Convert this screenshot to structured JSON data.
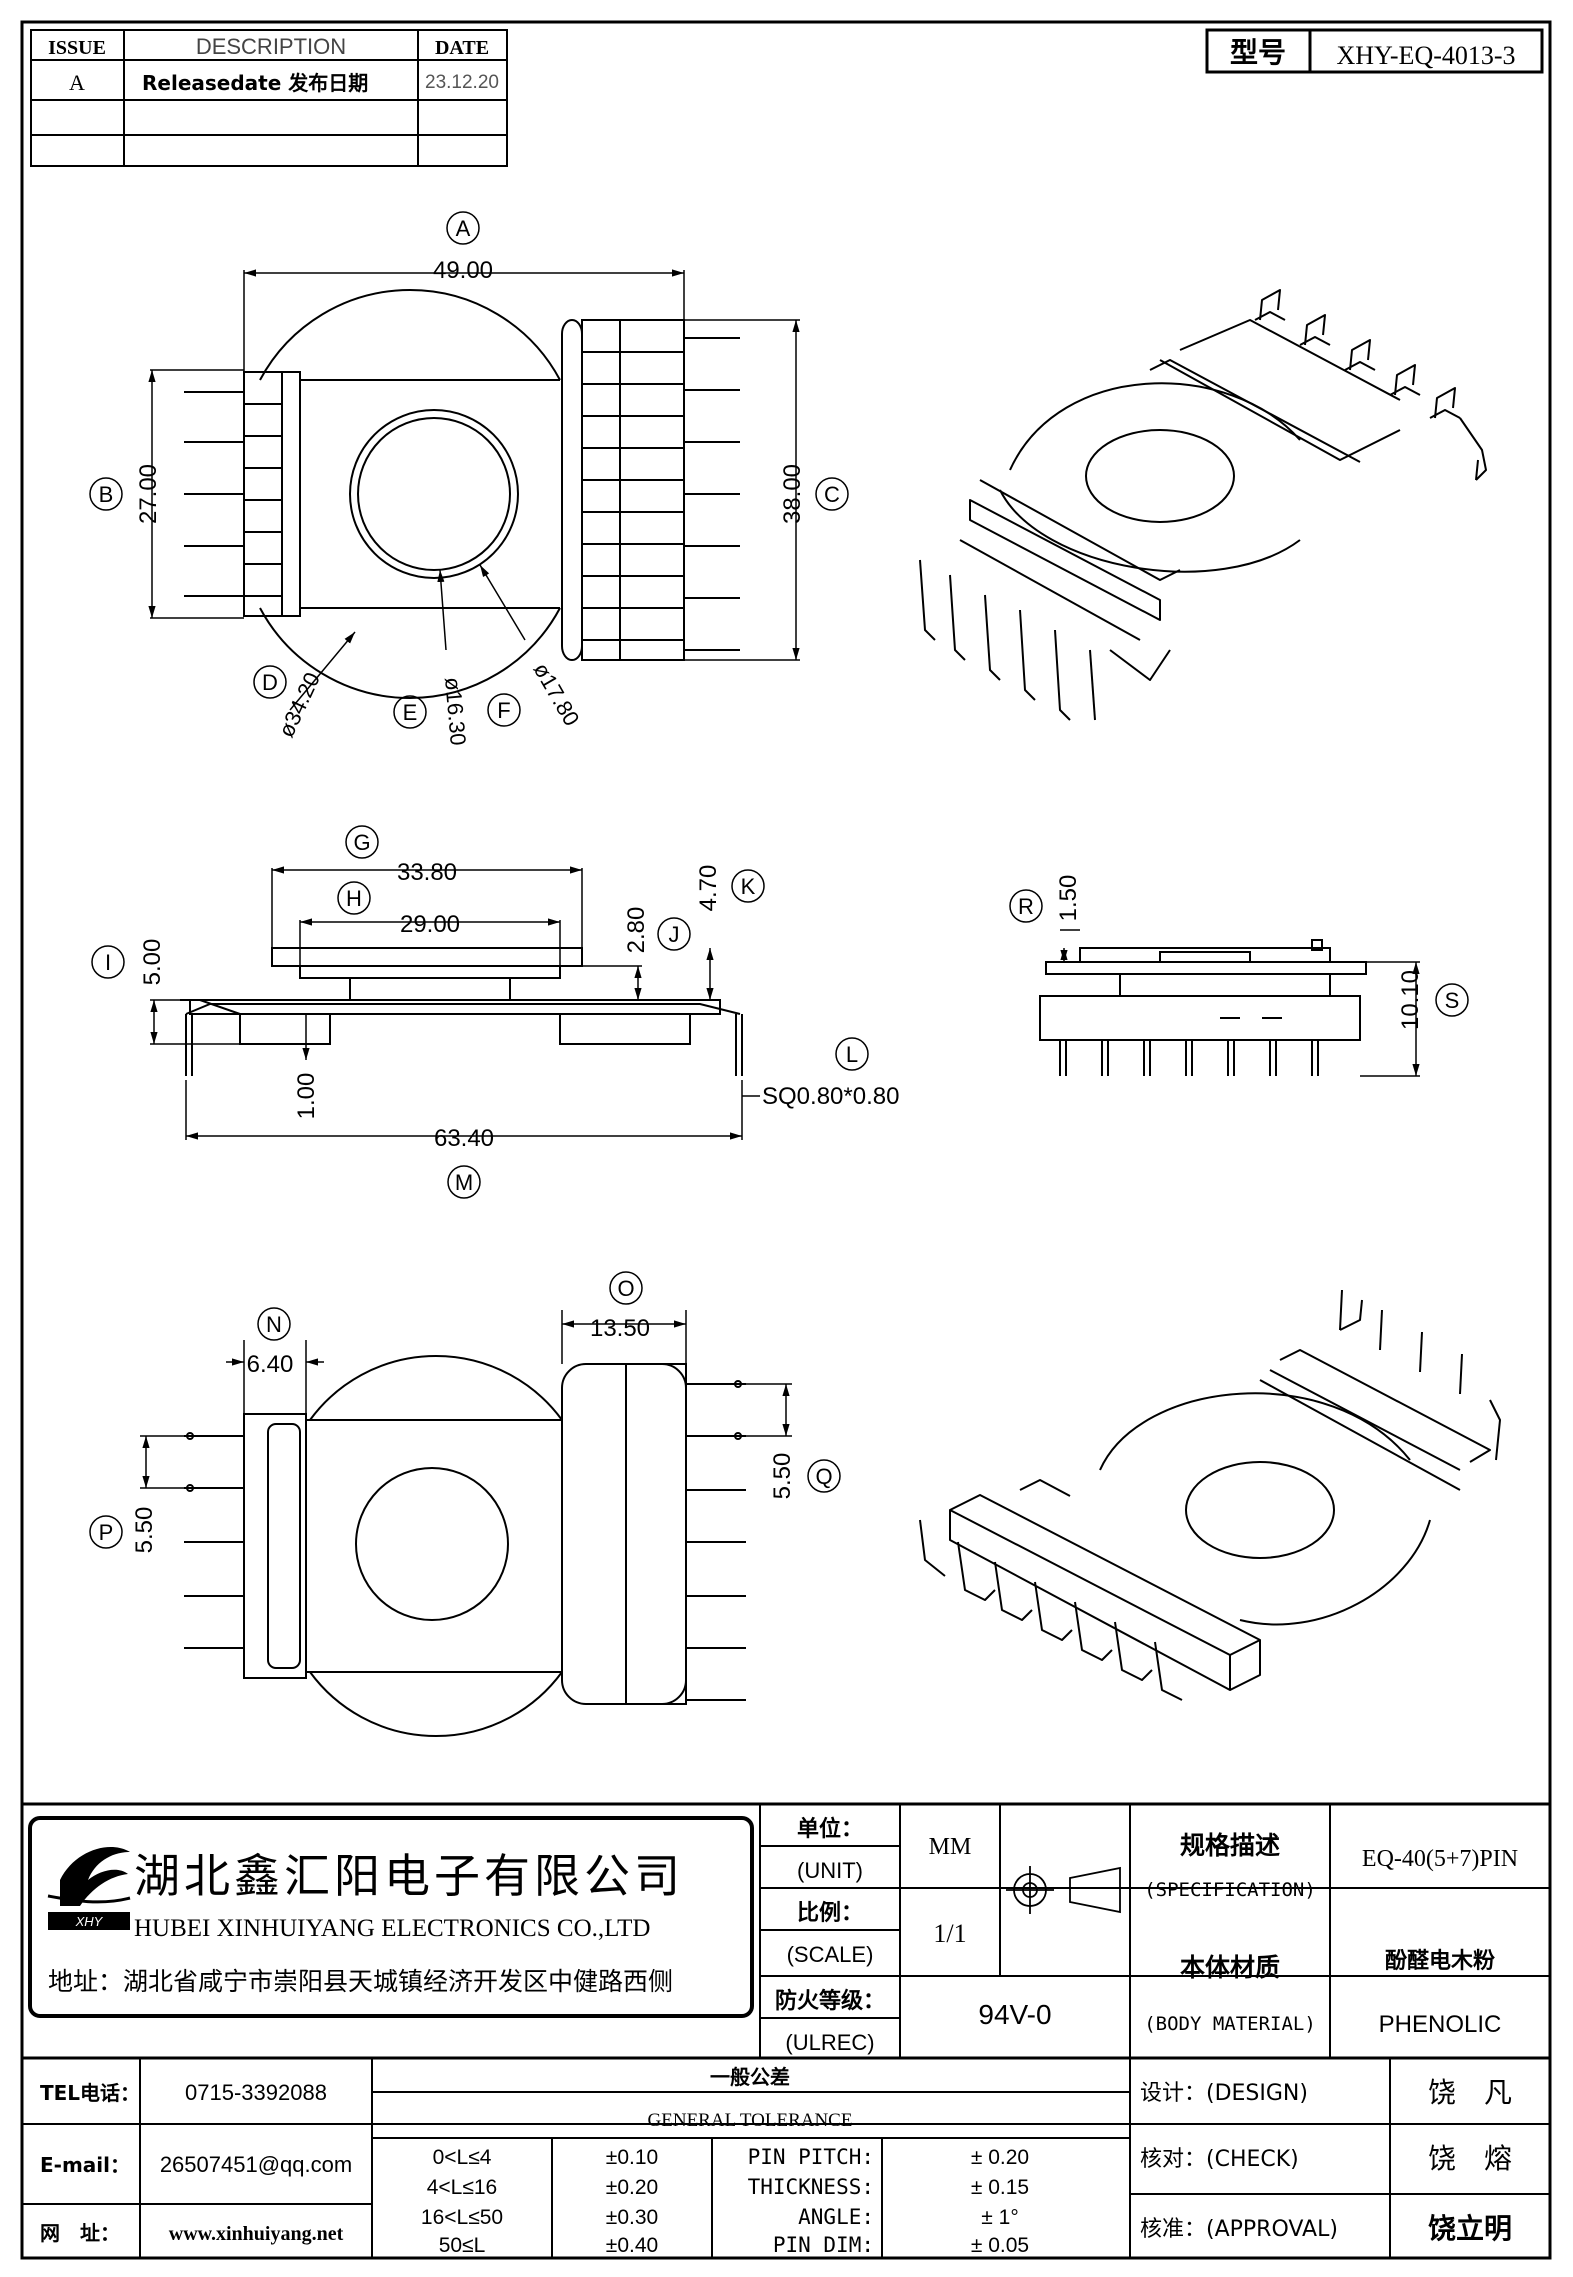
{
  "revision_table": {
    "headers": {
      "issue": "ISSUE",
      "description": "DESCRIPTION",
      "date": "DATE"
    },
    "rows": [
      {
        "issue": "A",
        "description": "Releasedate 发布日期",
        "date": "23.12.20"
      }
    ]
  },
  "model": {
    "label": "型号",
    "value": "XHY-EQ-4013-3"
  },
  "dimensions": {
    "A": {
      "tag": "A",
      "value": "49.00"
    },
    "B": {
      "tag": "B",
      "value": "27.00"
    },
    "C": {
      "tag": "C",
      "value": "38.00"
    },
    "D": {
      "tag": "D",
      "value": "ø34.20"
    },
    "E": {
      "tag": "E",
      "value": "ø16.30"
    },
    "F": {
      "tag": "F",
      "value": "ø17.80"
    },
    "G": {
      "tag": "G",
      "value": "33.80"
    },
    "H": {
      "tag": "H",
      "value": "29.00"
    },
    "I": {
      "tag": "I",
      "value": "5.00"
    },
    "J": {
      "tag": "J",
      "value": "2.80"
    },
    "K": {
      "tag": "K",
      "value": "4.70"
    },
    "L": {
      "tag": "L",
      "value": "SQ0.80*0.80"
    },
    "M": {
      "tag": "M",
      "value": "63.40"
    },
    "R": {
      "tag": "R",
      "value": "1.50"
    },
    "S": {
      "tag": "S",
      "value": "10.10"
    },
    "N": {
      "tag": "N",
      "value": "6.40"
    },
    "O": {
      "tag": "O",
      "value": "13.50"
    },
    "P": {
      "tag": "P",
      "value": "5.50"
    },
    "Q": {
      "tag": "Q",
      "value": "5.50"
    },
    "side_extra": {
      "value": "1.00"
    }
  },
  "title_block": {
    "company_cn": "湖北鑫汇阳电子有限公司",
    "company_en": "HUBEI XINHUIYANG ELECTRONICS CO.,LTD",
    "address": "地址：湖北省咸宁市崇阳县天城镇经济开发区中健路西侧",
    "unit_label_cn": "单位：",
    "unit_label_en": "(UNIT)",
    "unit_value": "MM",
    "scale_label_cn": "比例：",
    "scale_label_en": "(SCALE)",
    "scale_value": "1/1",
    "fire_label_cn": "防火等级：",
    "fire_label_en": "(ULREC)",
    "fire_value": "94V-0",
    "spec_label_cn": "规格描述",
    "spec_label_en": "(SPECIFICATION)",
    "spec_value": "EQ-40(5+7)PIN",
    "material_label_cn": "本体材质",
    "material_label_en": "(BODY MATERIAL)",
    "material_value_cn": "酚醛电木粉",
    "material_value_en": "PHENOLIC",
    "tel_label": "TEL电话：",
    "tel_value": "0715-3392088",
    "email_label": "E-mail：",
    "email_value": "26507451@qq.com",
    "web_label": "网　址：",
    "web_value": "www.xinhuiyang.net",
    "tolerance_title_cn": "一般公差",
    "tolerance_title_en": "GENERAL TOLERANCE",
    "tolerances": [
      {
        "range": "0<L≤4",
        "value": "±0.10",
        "param": "PIN PITCH:",
        "pvalue": "±  0.20"
      },
      {
        "range": "4<L≤16",
        "value": "±0.20",
        "param": "THICKNESS:",
        "pvalue": "±  0.15"
      },
      {
        "range": "16<L≤50",
        "value": "±0.30",
        "param": "ANGLE:",
        "pvalue": "±  1°"
      },
      {
        "range": "50≤L",
        "value": "±0.40",
        "param": "PIN DIM:",
        "pvalue": "±  0.05"
      }
    ],
    "design_label": "设计：(DESIGN)",
    "design_name": "饶　凡",
    "check_label": "核对：(CHECK)",
    "check_name": "饶　熔",
    "approval_label": "核准：(APPROVAL)",
    "approval_name": "饶立明"
  }
}
